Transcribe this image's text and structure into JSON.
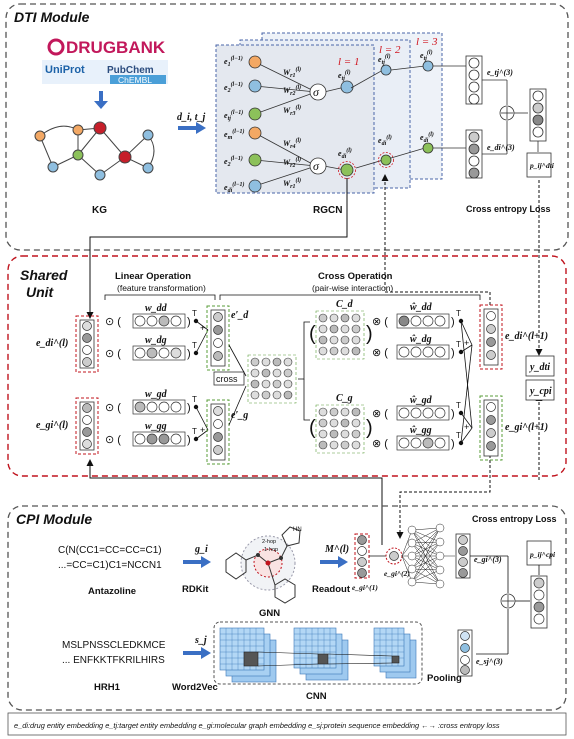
{
  "dti": {
    "title": "DTI Module",
    "drugbank": "DRUGBANK",
    "uniprot": "UniProt",
    "pubchem": "PubChem",
    "chembl": "ChEMBL",
    "kg_label": "KG",
    "input_pair": "d_i, t_j",
    "rgcn_label": "RGCN",
    "layer1": "l = 1",
    "layer2": "l = 2",
    "layer3": "l = 3",
    "sigma": "σ",
    "loss_label": "Cross entropy Loss",
    "p_dti": "p_ij^dti",
    "e_t3": "e_tj^(3)",
    "e_d3": "e_di^(3)"
  },
  "shared": {
    "title": "Shared Unit",
    "linear_op": "Linear Operation",
    "linear_sub": "(feature transformation)",
    "cross_op": "Cross Operation",
    "cross_sub": "(pair-wise interaction)",
    "w_dd": "w_dd",
    "w_dg": "w_dg",
    "w_gd": "w_gd",
    "w_gg": "w_gg",
    "e_d_prime": "e′_d",
    "e_g_prime": "e′_g",
    "cross_label": "cross",
    "c_d": "C_d",
    "c_g": "C_g",
    "hat_w_dd": "ŵ_dd",
    "hat_w_dg": "ŵ_dg",
    "hat_w_gd": "ŵ_gd",
    "hat_w_gg": "ŵ_gg",
    "e_d_in": "e_di^(l)",
    "e_g_in": "e_gi^(l)",
    "e_d_out": "e_di^(l+1)",
    "e_g_out": "e_gi^(l+1)",
    "y_dti": "y_dti",
    "y_cpi": "y_cpi",
    "transpose": "T"
  },
  "cpi": {
    "title": "CPI Module",
    "smiles_1": "C(N(CC1=CC=CC=C1)",
    "smiles_2": "...=CC=C1)C1=NCCN1",
    "drug_name": "Antazoline",
    "g_label": "g_i",
    "rdkit": "RDKit",
    "gnn_label": "GNN",
    "hop2": "2-hop",
    "hop1": "1-hop",
    "m_label": "M^(l)",
    "readout": "Readout",
    "e_g1": "e_gi^(1)",
    "e_g2": "e_gi^(2)",
    "e_g3": "e_gi^(3)",
    "seq_1": "MSLPNSSCLEDKMCE",
    "seq_2": "... ENFKKTFKRILHIRS",
    "protein_name": "HRH1",
    "s_label": "s_j",
    "word2vec": "Word2Vec",
    "cnn_label": "CNN",
    "pooling": "Pooling",
    "e_s3": "e_sj^(3)",
    "loss_label": "Cross entropy Loss",
    "p_cpi": "p_ij^cpi"
  },
  "legend": {
    "text": "e_di:drug entity embedding   e_tj:target entity embedding   e_gi:molecular graph embedding   e_sj:protein sequence embedding   ←→ :cross entropy loss"
  }
}
